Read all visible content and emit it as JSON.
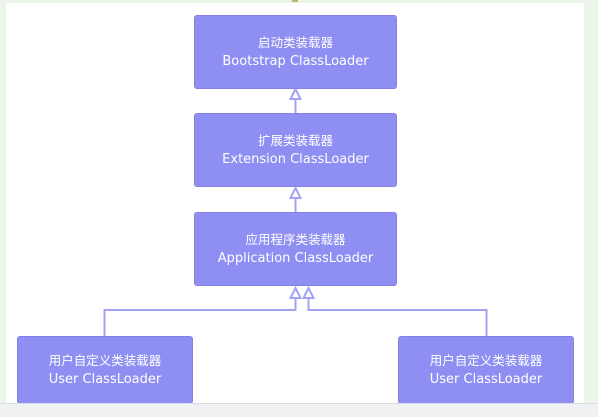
{
  "diagram": {
    "nodes": [
      {
        "id": "bootstrap",
        "label_cn": "启动类装载器",
        "label_en": "Bootstrap ClassLoader"
      },
      {
        "id": "extension",
        "label_cn": "扩展类装载器",
        "label_en": "Extension ClassLoader"
      },
      {
        "id": "application",
        "label_cn": "应用程序类装载器",
        "label_en": "Application ClassLoader"
      },
      {
        "id": "user-left",
        "label_cn": "用户自定义类装载器",
        "label_en": "User ClassLoader"
      },
      {
        "id": "user-right",
        "label_cn": "用户自定义类装载器",
        "label_en": "User ClassLoader"
      }
    ],
    "edges": [
      {
        "from": "extension",
        "to": "bootstrap"
      },
      {
        "from": "application",
        "to": "extension"
      },
      {
        "from": "user-left",
        "to": "application"
      },
      {
        "from": "user-right",
        "to": "application"
      }
    ],
    "colors": {
      "node_fill": "#8f8ff3",
      "node_text": "#ffffff",
      "connector": "#a3a3f3"
    }
  }
}
